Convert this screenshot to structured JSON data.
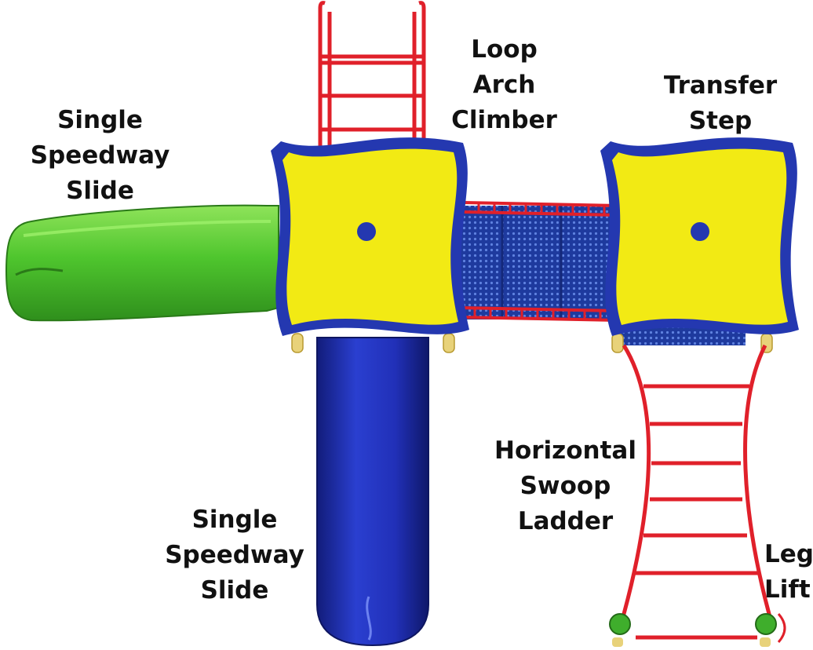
{
  "colors": {
    "green_slide": "#4fc62e",
    "blue_slide": "#2130b8",
    "deck_yellow": "#f2ea14",
    "deck_trim": "#2438b0",
    "frame_red": "#e0202a",
    "mesh_blue": "#2446b8",
    "post_tan": "#e8d27a",
    "ball_green": "#3fae2c"
  },
  "labels": {
    "single_slide_left": [
      "Single",
      "Speedway",
      "Slide"
    ],
    "loop_arch_climber": [
      "Loop",
      "Arch",
      "Climber"
    ],
    "transfer_step": [
      "Transfer",
      "Step"
    ],
    "horizontal_swoop_ladder": [
      "Horizontal",
      "Swoop",
      "Ladder"
    ],
    "single_slide_bottom": [
      "Single",
      "Speedway",
      "Slide"
    ],
    "leg_lift": [
      "Leg",
      "Lift"
    ]
  }
}
